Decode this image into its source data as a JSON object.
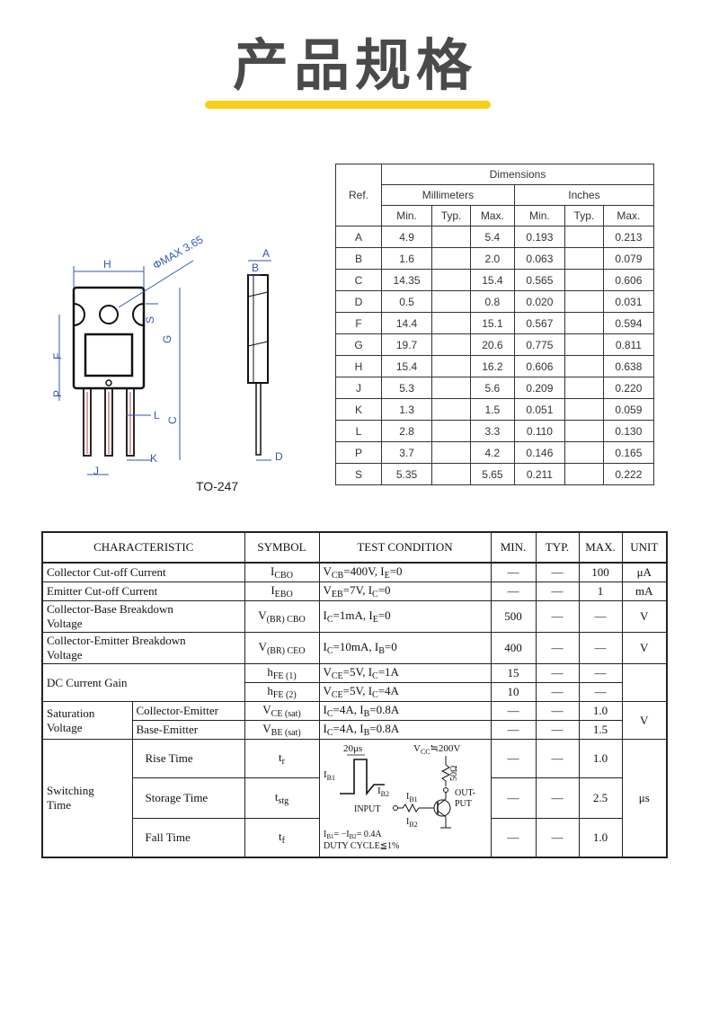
{
  "page": {
    "title": "产品规格"
  },
  "drawing": {
    "package": "TO-247",
    "labels": {
      "dia": "ΦMAX 3.65",
      "H": "H",
      "A": "A",
      "B": "B",
      "S": "S",
      "G": "G",
      "F": "F",
      "P": "P",
      "L": "L",
      "C": "C",
      "J": "J",
      "K": "K",
      "D": "D"
    }
  },
  "dim_table": {
    "ref_header": "Ref.",
    "dimensions_header": "Dimensions",
    "mm_header": "Millimeters",
    "in_header": "Inches",
    "col_min": "Min.",
    "col_typ": "Typ.",
    "col_max": "Max.",
    "rows": [
      {
        "ref": "A",
        "mm_min": "4.9",
        "mm_typ": "",
        "mm_max": "5.4",
        "in_min": "0.193",
        "in_typ": "",
        "in_max": "0.213"
      },
      {
        "ref": "B",
        "mm_min": "1.6",
        "mm_typ": "",
        "mm_max": "2.0",
        "in_min": "0.063",
        "in_typ": "",
        "in_max": "0.079"
      },
      {
        "ref": "C",
        "mm_min": "14.35",
        "mm_typ": "",
        "mm_max": "15.4",
        "in_min": "0.565",
        "in_typ": "",
        "in_max": "0.606"
      },
      {
        "ref": "D",
        "mm_min": "0.5",
        "mm_typ": "",
        "mm_max": "0.8",
        "in_min": "0.020",
        "in_typ": "",
        "in_max": "0.031"
      },
      {
        "ref": "F",
        "mm_min": "14.4",
        "mm_typ": "",
        "mm_max": "15.1",
        "in_min": "0.567",
        "in_typ": "",
        "in_max": "0.594"
      },
      {
        "ref": "G",
        "mm_min": "19.7",
        "mm_typ": "",
        "mm_max": "20.6",
        "in_min": "0.775",
        "in_typ": "",
        "in_max": "0.811"
      },
      {
        "ref": "H",
        "mm_min": "15.4",
        "mm_typ": "",
        "mm_max": "16.2",
        "in_min": "0.606",
        "in_typ": "",
        "in_max": "0.638"
      },
      {
        "ref": "J",
        "mm_min": "5.3",
        "mm_typ": "",
        "mm_max": "5.6",
        "in_min": "0.209",
        "in_typ": "",
        "in_max": "0.220"
      },
      {
        "ref": "K",
        "mm_min": "1.3",
        "mm_typ": "",
        "mm_max": "1.5",
        "in_min": "0.051",
        "in_typ": "",
        "in_max": "0.059"
      },
      {
        "ref": "L",
        "mm_min": "2.8",
        "mm_typ": "",
        "mm_max": "3.3",
        "in_min": "0.110",
        "in_typ": "",
        "in_max": "0.130"
      },
      {
        "ref": "P",
        "mm_min": "3.7",
        "mm_typ": "",
        "mm_max": "4.2",
        "in_min": "0.146",
        "in_typ": "",
        "in_max": "0.165"
      },
      {
        "ref": "S",
        "mm_min": "5.35",
        "mm_typ": "",
        "mm_max": "5.65",
        "in_min": "0.211",
        "in_typ": "",
        "in_max": "0.222"
      }
    ]
  },
  "char_table": {
    "headers": {
      "characteristic": "CHARACTERISTIC",
      "symbol": "SYMBOL",
      "test": "TEST CONDITION",
      "min": "MIN.",
      "typ": "TYP.",
      "max": "MAX.",
      "unit": "UNIT"
    },
    "icbo": {
      "name": "Collector Cut-off Current",
      "sym": "I",
      "sym_sub": "CBO",
      "t1": "V",
      "t1s": "CB",
      "t2": "=400V, I",
      "t2s": "E",
      "t3": "=0",
      "min": "—",
      "typ": "—",
      "max": "100",
      "unit": "μA"
    },
    "iebo": {
      "name": "Emitter Cut-off Current",
      "sym": "I",
      "sym_sub": "EBO",
      "t1": "V",
      "t1s": "EB",
      "t2": "=7V, I",
      "t2s": "C",
      "t3": "=0",
      "min": "—",
      "typ": "—",
      "max": "1",
      "unit": "mA"
    },
    "vcbo": {
      "name1": "Collector-Base Breakdown",
      "name2": "Voltage",
      "sym": "V",
      "sym_sub": "(BR) CBO",
      "t1": "I",
      "t1s": "C",
      "t2": "=1mA, I",
      "t2s": "E",
      "t3": "=0",
      "min": "500",
      "typ": "—",
      "max": "—",
      "unit": "V"
    },
    "vceo": {
      "name1": "Collector-Emitter Breakdown",
      "name2": "Voltage",
      "sym": "V",
      "sym_sub": "(BR) CEO",
      "t1": "I",
      "t1s": "C",
      "t2": "=10mA, I",
      "t2s": "B",
      "t3": "=0",
      "min": "400",
      "typ": "—",
      "max": "—",
      "unit": "V"
    },
    "hfe": {
      "name": "DC Current Gain",
      "r1": {
        "sym": "h",
        "sym_sub": "FE (1)",
        "t1": "V",
        "t1s": "CE",
        "t2": "=5V, I",
        "t2s": "C",
        "t3": "=1A",
        "min": "15",
        "typ": "—",
        "max": "—"
      },
      "r2": {
        "sym": "h",
        "sym_sub": "FE (2)",
        "t1": "V",
        "t1s": "CE",
        "t2": "=5V, I",
        "t2s": "C",
        "t3": "=4A",
        "min": "10",
        "typ": "—",
        "max": "—"
      }
    },
    "sat": {
      "name1": "Saturation",
      "name2": "Voltage",
      "unit": "V",
      "r1": {
        "sub": "Collector-Emitter",
        "sym": "V",
        "sym_sub": "CE (sat)",
        "t1": "I",
        "t1s": "C",
        "t2": "=4A, I",
        "t2s": "B",
        "t3": "=0.8A",
        "min": "—",
        "typ": "—",
        "max": "1.0"
      },
      "r2": {
        "sub": "Base-Emitter",
        "sym": "V",
        "sym_sub": "BE (sat)",
        "t1": "I",
        "t1s": "C",
        "t2": "=4A, I",
        "t2s": "B",
        "t3": "=0.8A",
        "min": "—",
        "typ": "—",
        "max": "1.5"
      }
    },
    "switch": {
      "name1": "Switching",
      "name2": "Time",
      "unit": "μs",
      "r1": {
        "sub": "Rise Time",
        "sym": "t",
        "sym_sub": "r",
        "min": "—",
        "typ": "—",
        "max": "1.0"
      },
      "r2": {
        "sub": "Storage Time",
        "sym": "t",
        "sym_sub": "stg",
        "min": "—",
        "typ": "—",
        "max": "2.5"
      },
      "r3": {
        "sub": "Fall Time",
        "sym": "t",
        "sym_sub": "f",
        "min": "—",
        "typ": "—",
        "max": "1.0"
      },
      "circuit": {
        "pulse": "20μs",
        "vcc": "V",
        "vcc_sub": "CC",
        "vcc_val": "≒200V",
        "res": "50Ω",
        "ib1": "I",
        "ib1_sub": "B1",
        "ib2": "I",
        "ib2_sub": "B2",
        "ib1b": "I",
        "ib1b_sub": "B1",
        "ib2b": "I",
        "ib2b_sub": "B2",
        "input": "INPUT",
        "out1": "OUT-",
        "out2": "PUT",
        "cond1": "I",
        "cond1s": "B1",
        "cond2": "= −I",
        "cond2s": "B2",
        "cond3": "= 0.4A",
        "duty": "DUTY CYCLE≦1%"
      }
    }
  }
}
